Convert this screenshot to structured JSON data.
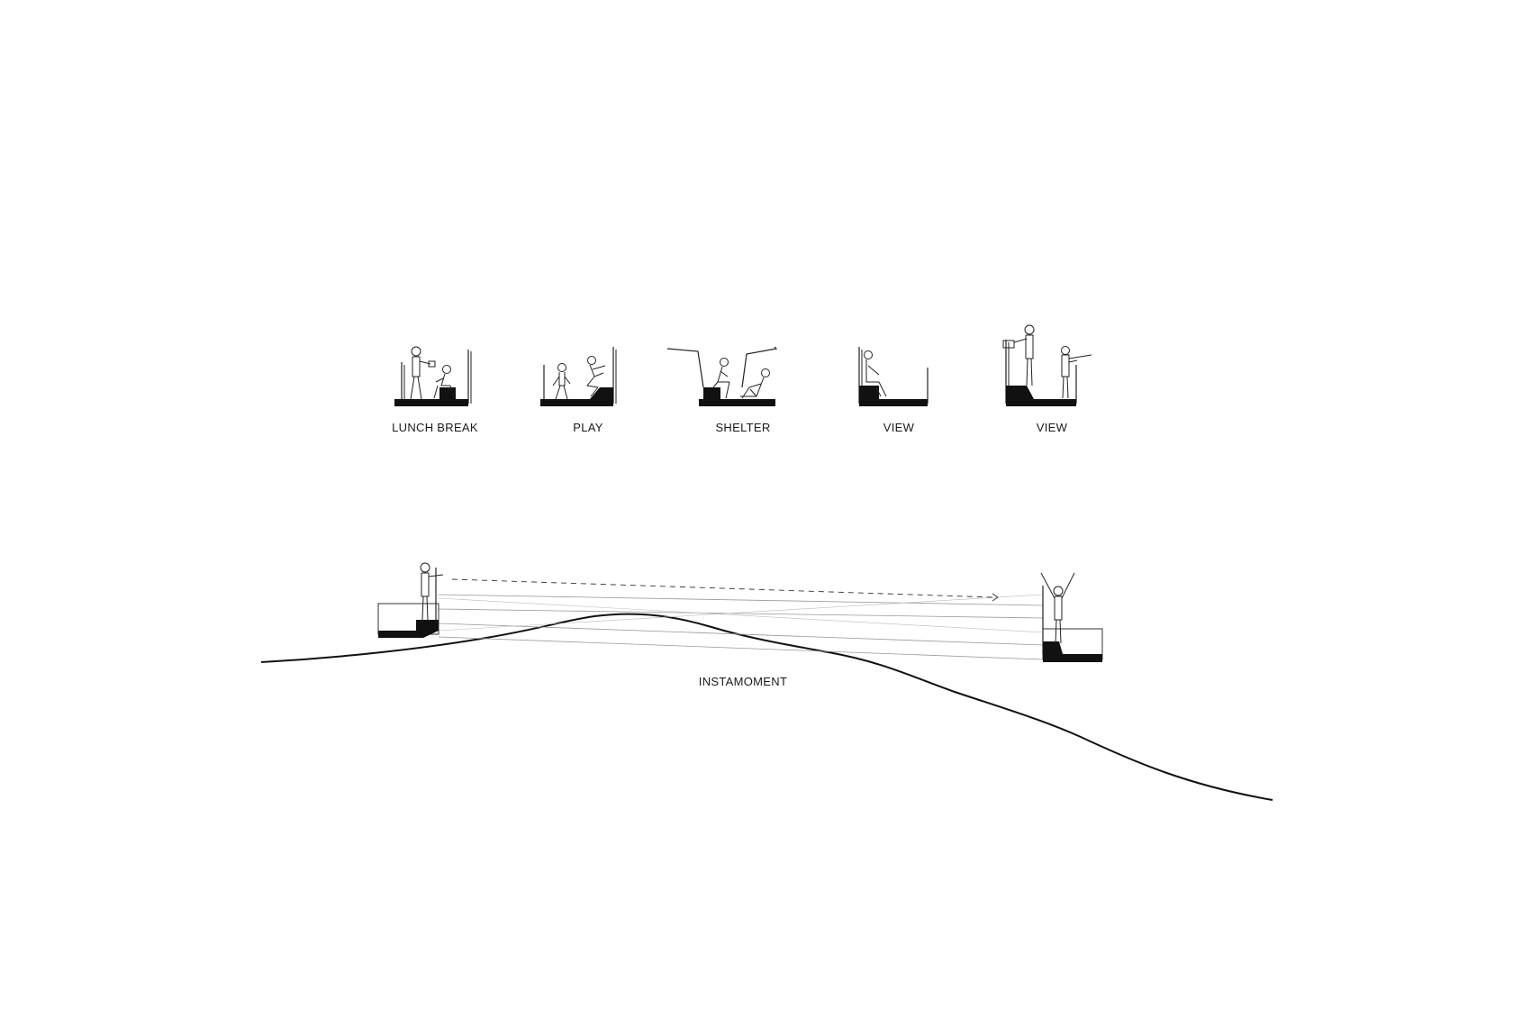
{
  "scenarios": [
    {
      "label": "LUNCH BREAK"
    },
    {
      "label": "PLAY"
    },
    {
      "label": "SHELTER"
    },
    {
      "label": "VIEW"
    },
    {
      "label": "VIEW"
    }
  ],
  "section": {
    "label": "INSTAMOMENT"
  },
  "colors": {
    "ink": "#111111",
    "line": "#222222",
    "background": "#ffffff"
  }
}
